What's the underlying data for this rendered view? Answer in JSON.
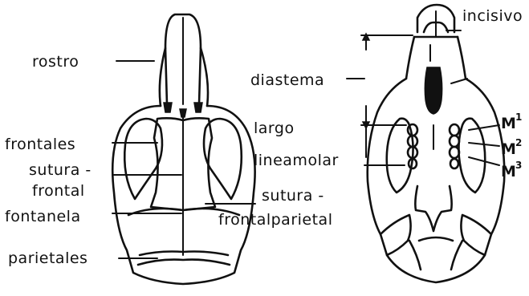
{
  "dorsal_view": {
    "labels": {
      "rostro": "rostro",
      "frontales": "frontales",
      "sutura_frontal_1": "sutura -",
      "sutura_frontal_2": "frontal",
      "fontanela": "fontanela",
      "parietales": "parietales"
    }
  },
  "center_labels": {
    "largo_1": "largo",
    "largo_2": "lineamolar",
    "sutura_fp_1": "sutura -",
    "sutura_fp_2": "frontalparietal"
  },
  "ventral_view": {
    "labels": {
      "incisivo": "incisivo",
      "diastema": "diastema",
      "m1": "M",
      "m1_sup": "1",
      "m2": "M",
      "m2_sup": "2",
      "m3": "M",
      "m3_sup": "3"
    }
  }
}
